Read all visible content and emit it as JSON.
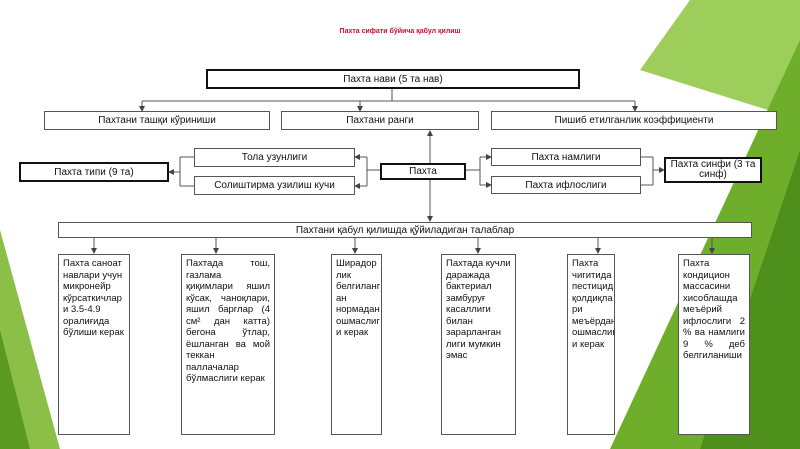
{
  "title": "Пахта сифати бўйича қабул қилиш",
  "nodes": {
    "navi": "Пахта нави (5 та нав)",
    "tashqi": "Пахтани ташқи кўриниши",
    "rangi": "Пахтани ранги",
    "pishib": "Пишиб етилганлик коэффициенти",
    "tola": "Тола узунлиги",
    "solish": "Солиштирма узилиш кучи",
    "tipi": "Пахта типи (9 та)",
    "pakhta": "Пахта",
    "namlik": "Пахта намлиги",
    "ifloslik": "Пахта ифлослиги",
    "sinfi": "Пахта синфи (3 та синф)",
    "talablar": "Пахтани қабул қилишда қўйиладиган талаблар"
  },
  "requirements": [
    "Пахта саноат навлари учун микронейр кўрсаткичлар и 3.5-4.9 оралиғида бўлиши керак",
    "Пахтада тош, газлама қиқимлари яшил кўсак, чаноқлари, яшил барглар (4 см² дан катта) бегона ўтлар, ёшланган ва мой теккан паллачалар бўлмаслиги керак",
    "Ширадор лик белгиланг ан нормадан ошмаслиг и керак",
    "Пахтада кучли даражада бактериал замбуруғ касаллиги билан зарарланган лиги мумкин эмас",
    "Пахта чигитида пестицид қолдиқла ри меъёрдан ошмаслиг и керак",
    "Пахта кондицион массасини хисоблашда меъёрий ифлослиги 2 % ва намлиги 9 % деб белгиланиши"
  ]
}
